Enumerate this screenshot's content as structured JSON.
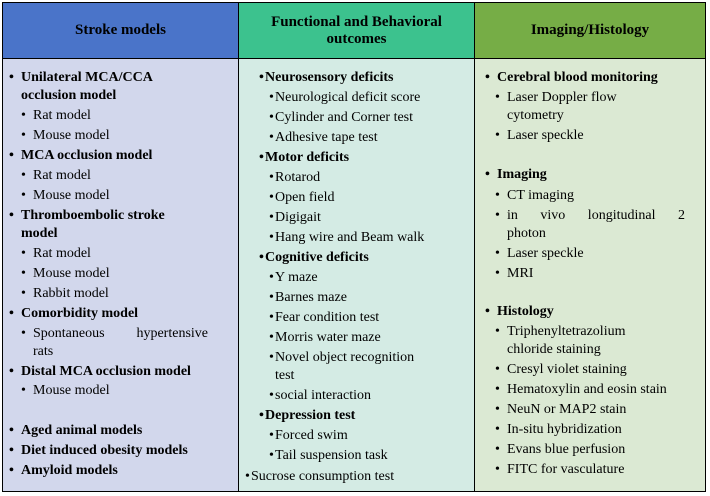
{
  "headers": {
    "stroke": "Stroke models",
    "functional": "Functional and Behavioral outcomes",
    "imaging": "Imaging/Histology"
  },
  "stroke_models": [
    [
      "Unilateral MCA/CCA",
      "occlusion model"
    ],
    [
      "Rat model"
    ],
    [
      "Mouse model"
    ],
    [
      "MCA occlusion model"
    ],
    [
      "Rat model"
    ],
    [
      "Mouse model"
    ],
    [
      "Thromboembolic stroke",
      "model"
    ],
    [
      "Rat model"
    ],
    [
      "Mouse model"
    ],
    [
      "Rabbit model"
    ],
    [
      "Comorbidity model"
    ],
    [
      "Spontaneous hypertensive",
      "rats"
    ],
    [
      "Distal MCA occlusion model"
    ],
    [
      "Mouse model"
    ],
    [
      "Aged animal models"
    ],
    [
      "Diet induced obesity models"
    ],
    [
      "Amyloid models"
    ]
  ],
  "functional": [
    "Neurosensory deficits",
    "Neurological deficit score",
    "Cylinder and Corner test",
    "Adhesive tape test",
    "Motor deficits",
    "Rotarod",
    "Open field",
    "Digigait",
    "Hang wire and Beam walk",
    "Cognitive deficits",
    "Y maze",
    "Barnes maze",
    "Fear condition test",
    "Morris water maze",
    "Novel object recognition",
    "test",
    "social interaction",
    "Depression test",
    "Forced swim",
    "Tail suspension task",
    "Sucrose consumption test"
  ],
  "imaging": [
    "Cerebral blood monitoring",
    "Laser Doppler flow",
    "cytometry",
    "Laser speckle",
    "Imaging",
    "CT imaging",
    "in vivo longitudinal 2",
    "photon",
    "Laser speckle",
    "MRI",
    "Histology",
    "Triphenyltetrazolium",
    "chloride staining",
    "Cresyl violet staining",
    "Hematoxylin and eosin stain",
    "NeuN or MAP2 stain",
    "In-situ hybridization",
    "Evans blue perfusion",
    "FITC for vasculature"
  ],
  "bullet_glyph": "•"
}
